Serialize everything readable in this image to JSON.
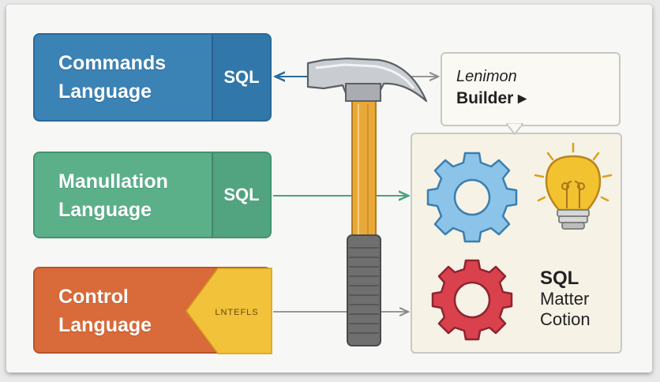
{
  "boxes": [
    {
      "title": "Commands\nLanguage",
      "tag": "SQL",
      "color": "#3b82b5"
    },
    {
      "title": "Manullation\nLanguage",
      "tag": "SQL",
      "color": "#5bb08a"
    },
    {
      "title": "Control\nLanguage",
      "tag": "LNTEFLS",
      "color": "#d96a3a"
    }
  ],
  "builder": {
    "line1": "Lenimon",
    "line2": "Builder ▸"
  },
  "panel": {
    "line1": "SQL",
    "line2": "Matter",
    "line3": "Cotion"
  },
  "icons": [
    "hammer-icon",
    "blue-gear-icon",
    "lightbulb-icon",
    "red-gear-icon"
  ],
  "colors": {
    "hammer_handle": "#e9a93a",
    "hammer_grip": "#6f6f6f",
    "gear_blue": "#8cc3e8",
    "gear_red": "#d9414c",
    "bulb": "#f2c230"
  }
}
